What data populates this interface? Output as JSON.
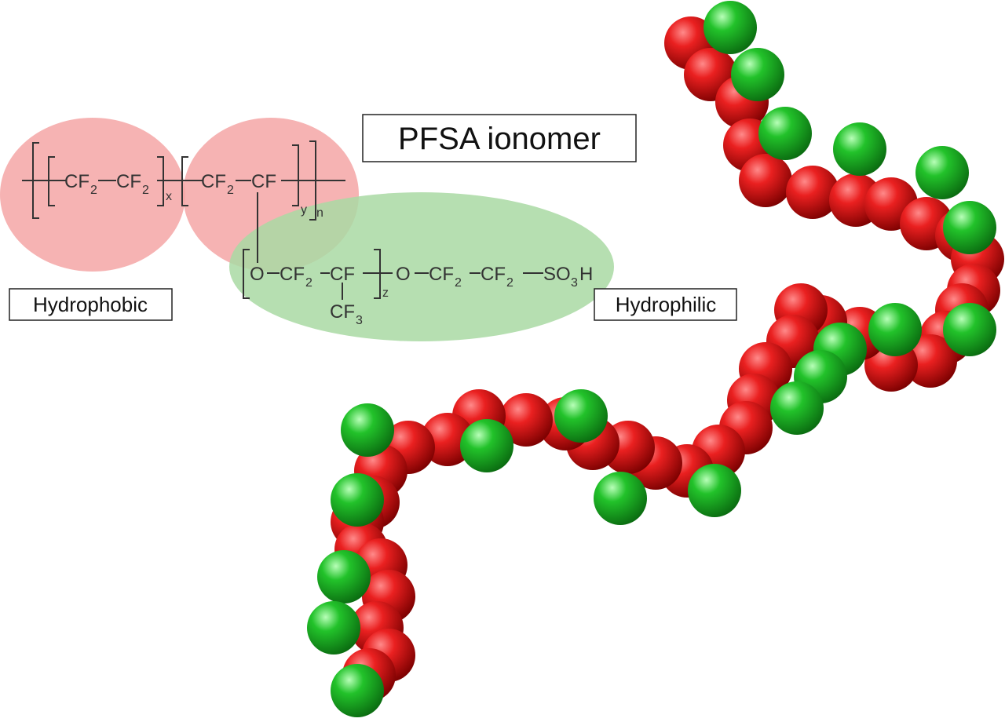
{
  "title": "PFSA ionomer",
  "labels": {
    "hydrophobic": "Hydrophobic",
    "hydrophilic": "Hydrophilic"
  },
  "formula": {
    "backbone_unit_1": "CF2–CF2",
    "backbone_unit_2": "CF2–CF",
    "side_chain": "O–CF2–CF–O–CF2–CF2–SO3H",
    "branch": "CF3",
    "subscripts": {
      "x": "x",
      "y": "y",
      "n": "n",
      "z": "z"
    }
  },
  "colors": {
    "hydrophobic_region": "#f4a6a6",
    "hydrophilic_region": "#a9d9a3",
    "bead_red": "#d81a1a",
    "bead_green": "#22c22a",
    "bond_color": "#333333"
  }
}
